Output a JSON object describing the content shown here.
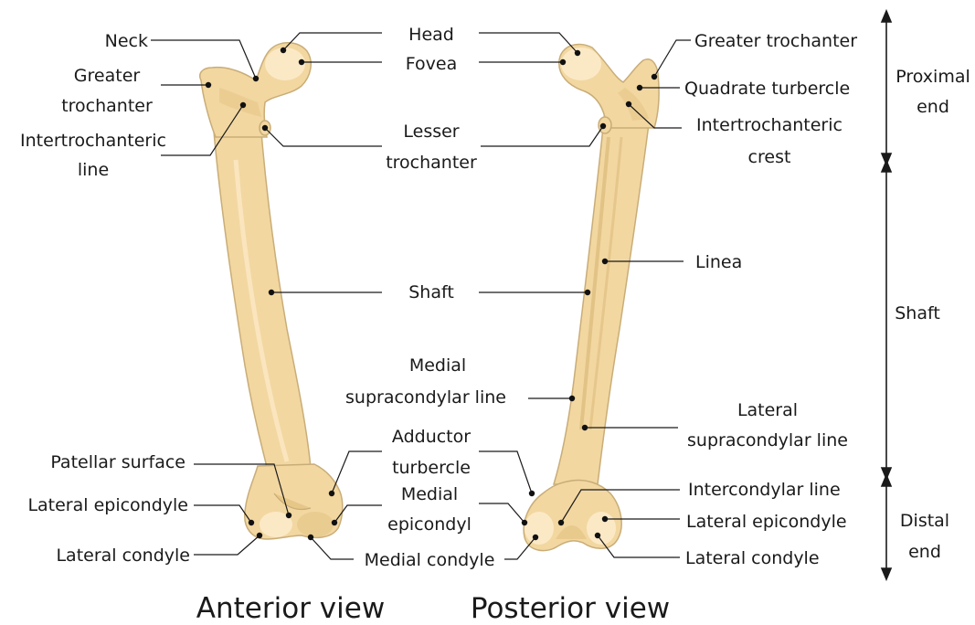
{
  "views": {
    "anterior": "Anterior view",
    "posterior": "Posterior view"
  },
  "anterior": {
    "neck": "Neck",
    "greater_trochanter": [
      "Greater",
      "trochanter"
    ],
    "intertrochanteric_line": [
      "Intertrochanteric",
      "line"
    ],
    "patellar_surface": "Patellar surface",
    "lateral_epicondyle": "Lateral epicondyle",
    "lateral_condyle": "Lateral condyle"
  },
  "middle": {
    "head": "Head",
    "fovea": "Fovea",
    "lesser_trochanter": [
      "Lesser",
      "trochanter"
    ],
    "shaft": "Shaft",
    "medial_supracondylar": [
      "Medial",
      "supracondylar line"
    ],
    "adductor_tubercle": [
      "Adductor",
      "turbercle"
    ],
    "medial_epicondyle": [
      "Medial",
      "epicondyl"
    ],
    "medial_condyle": "Medial condyle"
  },
  "posterior": {
    "greater_trochanter": "Greater trochanter",
    "quadrate_tubercle": "Quadrate turbercle",
    "intertrochanteric_crest": [
      "Intertrochanteric",
      "crest"
    ],
    "linea": "Linea",
    "lateral_supracondylar": [
      "Lateral",
      "supracondylar line"
    ],
    "intercondylar_line": "Intercondylar line",
    "lateral_epicondyle": "Lateral epicondyle",
    "lateral_condyle": "Lateral condyle"
  },
  "regions": {
    "proximal": [
      "Proximal",
      "end"
    ],
    "shaft": "Shaft",
    "distal": [
      "Distal",
      "end"
    ]
  }
}
